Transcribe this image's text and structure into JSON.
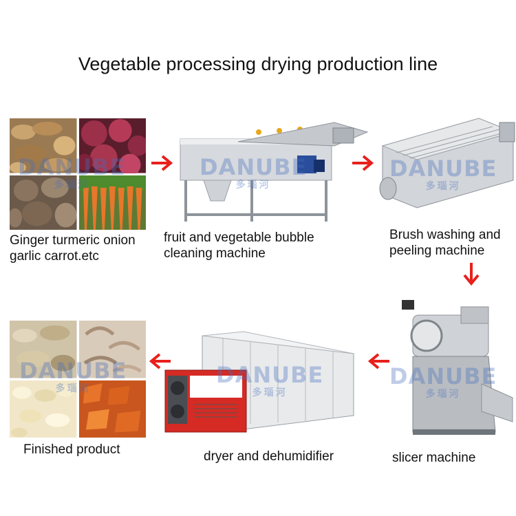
{
  "title": "Vegetable processing drying production line",
  "watermark": {
    "en": "DANUBE",
    "cn": "多瑙河"
  },
  "colors": {
    "arrow": "#e8201c",
    "steel": "#c9ccd0",
    "dryer_red": "#d62a24",
    "watermark": "#466ebe"
  },
  "steps": [
    {
      "label_lines": [
        "Ginger turmeric onion",
        "garlic carrot.etc"
      ],
      "image": "raw vegetables: ginger, onion, taro, carrot"
    },
    {
      "label_lines": [
        "fruit and vegetable bubble",
        "cleaning machine"
      ],
      "image": "stainless bubble washer"
    },
    {
      "label_lines": [
        "Brush washing and",
        "peeling machine"
      ],
      "image": "stainless brush peeler"
    },
    {
      "label_lines": [
        "slicer machine"
      ],
      "image": "vegetable slicer"
    },
    {
      "label_lines": [
        "dryer and dehumidifier"
      ],
      "image": "drying room with heat pump"
    },
    {
      "label_lines": [
        "Finished product"
      ],
      "image": "dried vegetable slices"
    }
  ]
}
